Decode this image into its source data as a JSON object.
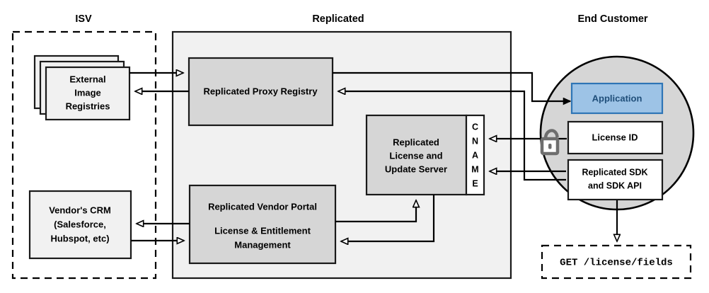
{
  "diagram": {
    "title_zones": [
      {
        "id": "isv",
        "label": "ISV"
      },
      {
        "id": "replicated",
        "label": "Replicated"
      },
      {
        "id": "end-customer",
        "label": "End Customer"
      }
    ],
    "isv": {
      "label": "ISV",
      "nodes": [
        {
          "id": "external-image-registries",
          "lines": [
            "External",
            "Image",
            "Registries"
          ],
          "style": "stacked-light"
        },
        {
          "id": "vendors-crm",
          "lines": [
            "Vendor's CRM",
            "(Salesforce,",
            "Hubspot, etc)"
          ],
          "style": "light"
        }
      ]
    },
    "replicated": {
      "label": "Replicated",
      "nodes": [
        {
          "id": "replicated-proxy-registry",
          "lines": [
            "Replicated Proxy Registry"
          ],
          "style": "gray"
        },
        {
          "id": "replicated-license-and-update-server",
          "lines": [
            "Replicated",
            "License and",
            "Update Server"
          ],
          "style": "gray"
        },
        {
          "id": "cname-strip",
          "letters": [
            "C",
            "N",
            "A",
            "M",
            "E"
          ],
          "style": "white"
        },
        {
          "id": "replicated-vendor-portal",
          "lines": [
            "Replicated Vendor Portal",
            "",
            "License & Entitlement",
            "Management"
          ],
          "style": "gray"
        }
      ]
    },
    "end_customer": {
      "label": "End Customer",
      "nodes": [
        {
          "id": "application",
          "lines": [
            "Application"
          ],
          "style": "blue"
        },
        {
          "id": "license-id",
          "lines": [
            "License ID"
          ],
          "style": "white"
        },
        {
          "id": "replicated-sdk",
          "lines": [
            "Replicated SDK",
            "and SDK API"
          ],
          "style": "white"
        }
      ],
      "icon": "unlock-padlock-icon",
      "api_call": {
        "id": "api-call-box",
        "text": "GET /license/fields",
        "style": "dashed"
      }
    },
    "colors": {
      "zone_fill": "#F1F1F1",
      "node_fill": "#D6D6D6",
      "circle_fill": "#D6D6D6",
      "app_fill": "#9DC3E6",
      "app_border": "#2E75B6",
      "app_text": "#1F4E79",
      "stroke": "#1A1A1A",
      "lock": "#6E6E6E"
    }
  }
}
